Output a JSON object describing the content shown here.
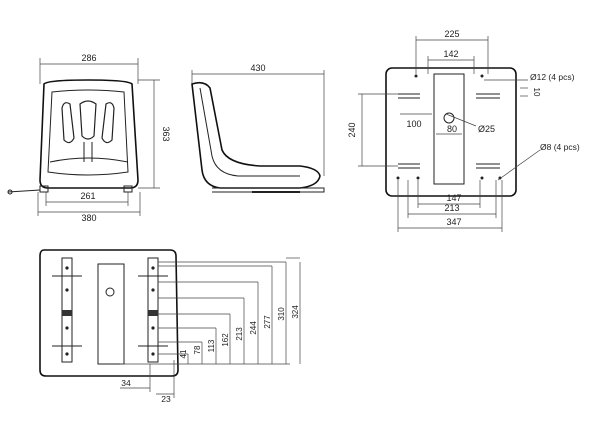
{
  "front_view": {
    "top_width": "286",
    "height": "363",
    "bottom_inner": "261",
    "bottom_outer": "380"
  },
  "side_view": {
    "depth": "430"
  },
  "top_view": {
    "width_225": "225",
    "width_142": "142",
    "hole_12": "Ø12 (4 pcs)",
    "dim_10": "10",
    "height_240": "240",
    "dim_100": "100",
    "hole_25": "Ø25",
    "dim_80": "80",
    "hole_8": "Ø8 (4 pcs)",
    "dim_147": "147",
    "dim_213": "213",
    "dim_347": "347"
  },
  "bottom_view": {
    "dims_vertical": [
      "41",
      "78",
      "113",
      "162",
      "213",
      "244",
      "277",
      "310",
      "324"
    ],
    "dim_34": "34",
    "dim_23": "23"
  },
  "colors": {
    "line": "#222222",
    "background": "#ffffff"
  }
}
